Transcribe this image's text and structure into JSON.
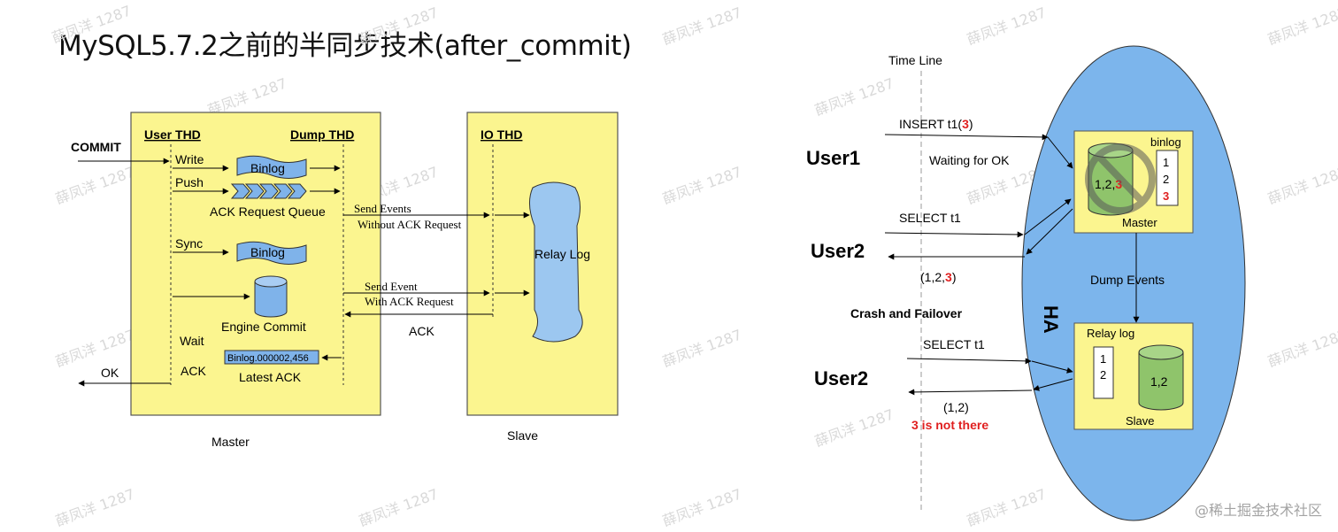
{
  "title": "MySQL5.7.2之前的半同步技术(after_commit)",
  "watermark": "薛凤洋 1287",
  "corner_watermark": "@稀土掘金技术社区",
  "left": {
    "commit": "COMMIT",
    "user_thd": "User THD",
    "dump_thd": "Dump THD",
    "io_thd": "IO THD",
    "write": "Write",
    "push": "Push",
    "sync": "Sync",
    "binlog": "Binlog",
    "binlog2": "Binlog",
    "ack_queue": "ACK Request Queue",
    "engine_commit": "Engine Commit",
    "wait": "Wait",
    "ack_word": "ACK",
    "binlog_pos": "Binlog.000002,456",
    "latest_ack": "Latest ACK",
    "ok": "OK",
    "send_events": "Send Events",
    "without_ack": "Without ACK Request",
    "send_event": "Send Event",
    "with_ack": "With ACK Request",
    "ack": "ACK",
    "relay_log": "Relay Log",
    "master": "Master",
    "slave": "Slave"
  },
  "right": {
    "timeline": "Time Line",
    "user1": "User1",
    "user2a": "User2",
    "user2b": "User2",
    "insert_prefix": "INSERT t1(",
    "insert_num": "3",
    "insert_suffix": ")",
    "waiting": "Waiting for OK",
    "select1": "SELECT t1",
    "result1_prefix": "(1,2,",
    "result1_num": "3",
    "result1_suffix": ")",
    "crash": "Crash and Failover",
    "select2": "SELECT t1",
    "result2": "(1,2)",
    "not_there": "3 is not there",
    "ha": "HA",
    "binlog": "binlog",
    "master_db": "1,2,",
    "master_db_num": "3",
    "master": "Master",
    "dump_events": "Dump Events",
    "relay_log": "Relay log",
    "slave_db": "1,2",
    "slave": "Slave",
    "binlog_items": [
      "1",
      "2",
      "3"
    ],
    "relay_items": [
      "1",
      "2"
    ]
  },
  "colors": {
    "yellow_box": "#fbf58f",
    "ha_blue": "#7cb5ec",
    "binlog_blue": "#7fb3ea",
    "db_green": "#8fc46b",
    "red": "#e02020"
  }
}
